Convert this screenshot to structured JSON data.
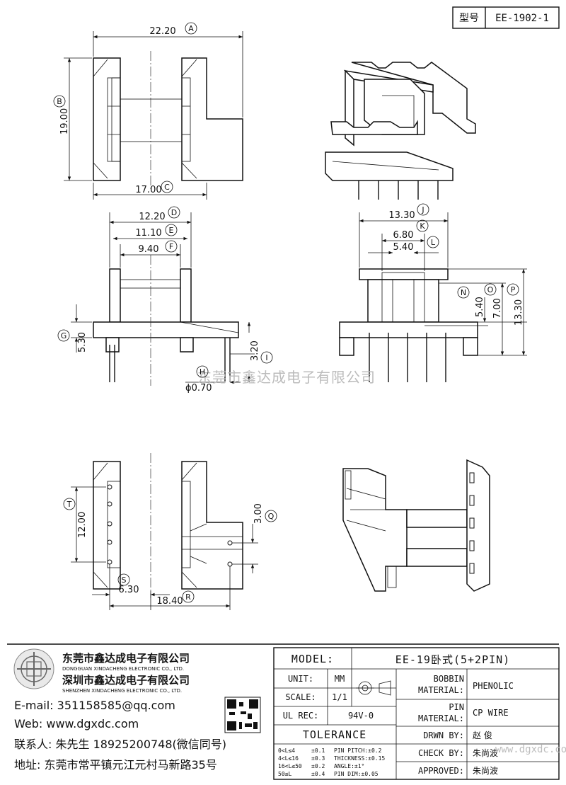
{
  "header": {
    "type_label": "型号",
    "type_value": "EE-1902-1"
  },
  "dimensions": {
    "A": "22.20",
    "B": "19.00",
    "C": "17.00",
    "D": "12.20",
    "E": "11.10",
    "F": "9.40",
    "G": "5.30",
    "H": "ϕ0.70",
    "I": "3.20",
    "J": "13.30",
    "K": "6.80",
    "L": "5.40",
    "N": "5.40",
    "O": "7.00",
    "P": "13.30",
    "Q": "3.00",
    "S": "6.30",
    "T": "12.00",
    "R": "18.40"
  },
  "letters": [
    "A",
    "B",
    "C",
    "D",
    "E",
    "F",
    "G",
    "H",
    "I",
    "J",
    "K",
    "L",
    "N",
    "O",
    "P",
    "Q",
    "R",
    "S",
    "T"
  ],
  "watermark": "东莞市鑫达成电子有限公司",
  "company": {
    "name_cn_1": "东莞市鑫达成电子有限公司",
    "name_en_1": "DONGGUAN XINDACHENG ELECTRONIC CO., LTD.",
    "name_cn_2": "深圳市鑫达成电子有限公司",
    "name_en_2": "SHENZHEN XINDACHENG ELECTRONIC CO., LTD.",
    "email": "E-mail: 351158585@qq.com",
    "web": "Web: www.dgxdc.com",
    "contact": "联系人: 朱先生 18925200748(微信同号)",
    "address": "地址: 东莞市常平镇元江元村马新路35号"
  },
  "title_block": {
    "model_label": "MODEL:",
    "model_value": "EE-19卧式(5+2PIN)",
    "unit_label": "UNIT:",
    "unit_value": "MM",
    "scale_label": "SCALE:",
    "scale_value": "1/1",
    "ulrec_label": "UL REC:",
    "ulrec_value": "94V-0",
    "tolerance_label": "TOLERANCE",
    "bobbin_label_1": "BOBBIN",
    "bobbin_label_2": "MATERIAL:",
    "bobbin_value": "PHENOLIC",
    "pin_label_1": "PIN",
    "pin_label_2": "MATERIAL:",
    "pin_value": "CP WIRE",
    "drawn_label": "DRWN BY:",
    "drawn_value": "赵 俊",
    "check_label": "CHECK BY:",
    "check_value": "朱尚波",
    "approved_label": "APPROVED:",
    "approved_value": "朱尚波",
    "tol_rows": [
      [
        "0<L≤4",
        "±0.1",
        "PIN PITCH:±0.2"
      ],
      [
        "4<L≤16",
        "±0.3",
        "THICKNESS:±0.15"
      ],
      [
        "16<L≤50",
        "±0.2",
        "ANGLE:±1°"
      ],
      [
        "50≤L",
        "±0.4",
        "PIN DIM:±0.05"
      ]
    ],
    "footer_watermark": "www.dgxdc.com"
  }
}
